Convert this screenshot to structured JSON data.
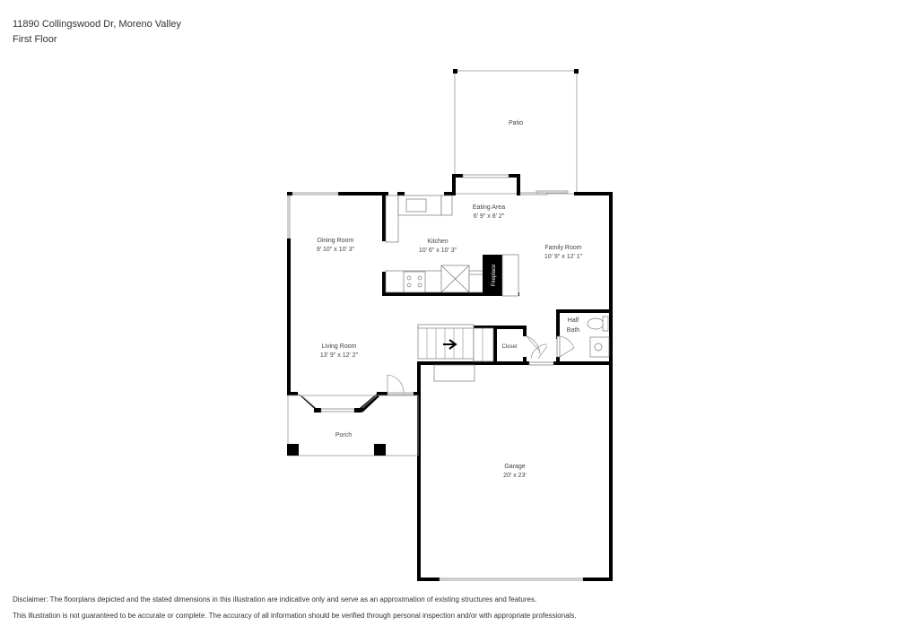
{
  "header": {
    "address": "11890 Collingswood Dr, Moreno Valley",
    "floor": "First Floor"
  },
  "rooms": {
    "patio": {
      "name": "Patio"
    },
    "eating_area": {
      "name": "Eating Area",
      "dims": "6' 9\" x 8' 2\""
    },
    "dining_room": {
      "name": "Dining Room",
      "dims": "9' 10\" x 10' 3\""
    },
    "kitchen": {
      "name": "Kitchen",
      "dims": "10' 6\" x 10' 3\""
    },
    "family_room": {
      "name": "Family Room",
      "dims": "10' 9\" x 12' 1\""
    },
    "fireplace": {
      "name": "Fireplace"
    },
    "half_bath": {
      "name_line1": "Half",
      "name_line2": "Bath"
    },
    "closet": {
      "name": "Closet"
    },
    "living_room": {
      "name": "Living Room",
      "dims": "13' 9\" x 12' 2\""
    },
    "porch": {
      "name": "Porch"
    },
    "garage": {
      "name": "Garage",
      "dims": "20' x 23'"
    }
  },
  "disclaimer": {
    "line1": "Disclaimer: The floorplans depicted and the stated dimensions in this illustration are indicative only and serve as an approximation of existing structures and features.",
    "line2": "This illustration is not guaranteed to be accurate or complete. The accuracy of all information should be verified through personal inspection and/or with appropriate professionals."
  }
}
